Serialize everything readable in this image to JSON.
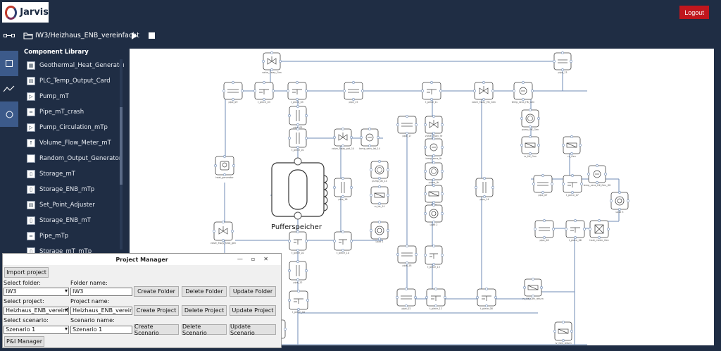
{
  "app": {
    "title": "Jarvis",
    "logout_label": "Logout"
  },
  "toolbar": {
    "path": "IW3/Heizhaus_ENB_vereinfacht"
  },
  "library": {
    "title": "Component Library",
    "items": [
      "Geothermal_Heat_Generator_m",
      "PLC_Temp_Output_Card",
      "Pump_mT",
      "Pipe_mT_crash",
      "Pump_Circulation_mTp",
      "Volume_Flow_Meter_mT",
      "Random_Output_Generator",
      "Storage_mT",
      "Storage_ENB_mTp",
      "Set_Point_Adjuster",
      "Storage_ENB_mT",
      "Pipe_mTp",
      "Storage_mT_mTp"
    ]
  },
  "diagram": {
    "storage_label": "Pufferspeicher",
    "component_labels": [
      "valve_3way_Gen",
      "pipe_13",
      "pipe_09",
      "t_piece_03",
      "t_piece_05",
      "pipe_15",
      "t_piece_11",
      "valve_3way_HK_Gen",
      "temp_sens_HK_Gen",
      "pipe_05",
      "pump_HK_Gen",
      "t_piece_01",
      "valve_3way_pat_14",
      "temp_sens_lat_14",
      "pipe_17",
      "valve_3way_ltr",
      "temp_sens_ltr",
      "rv_HK_Gen",
      "rv_Gen",
      "heat_generator",
      "pump_lat_14",
      "pipe_16",
      "pipe_07",
      "t_piece_07",
      "temp_sens_HK_Gen_HK",
      "pipe_14",
      "rv_lat_14",
      "Load 3",
      "Load 1",
      "valve_3way_heat_gen",
      "pipe_06",
      "t_piece_06",
      "heat_meter_Gen",
      "t_piece_02",
      "t_piece_10",
      "pipe_18",
      "t_piece_13",
      "pipe_12",
      "rv_HK_Gen_return",
      "t_piece_04",
      "pipe_02",
      "t_piece_12",
      "t_piece_08",
      "rv_Gen_return",
      "pipe_11",
      "pump_ltr",
      "rv_ltr",
      "Load 2"
    ]
  },
  "project_manager": {
    "title": "Project Manager",
    "import_label": "Import project",
    "select_folder_label": "Select folder:",
    "folder_name_label": "Folder name:",
    "select_folder_value": "IW3",
    "folder_name_value": "IW3",
    "create_folder": "Create Folder",
    "delete_folder": "Delete Folder",
    "update_folder": "Update Folder",
    "select_project_label": "Select project:",
    "project_name_label": "Project name:",
    "select_project_value": "Heizhaus_ENB_vereinfacht",
    "project_name_value": "Heizhaus_ENB_vereinfacht",
    "create_project": "Create Project",
    "delete_project": "Delete Project",
    "update_project": "Update Project",
    "select_scenario_label": "Select scenario:",
    "scenario_name_label": "Scenario name:",
    "select_scenario_value": "Szenario 1",
    "scenario_name_value": "Szenario 1",
    "create_scenario": "Create Scenario",
    "delete_scenario": "Delete Scenario",
    "update_scenario": "Update Scenario",
    "pid_manager": "P&I Manager"
  },
  "colors": {
    "bg": "#1f2d44",
    "accent": "#3c5a8a",
    "logout": "#c0161d",
    "canvas": "#ffffff",
    "line": "#6f8bb5"
  },
  "icons": {
    "play": "play-icon",
    "stop": "stop-icon",
    "folder": "folder-icon",
    "network": "network-icon"
  }
}
